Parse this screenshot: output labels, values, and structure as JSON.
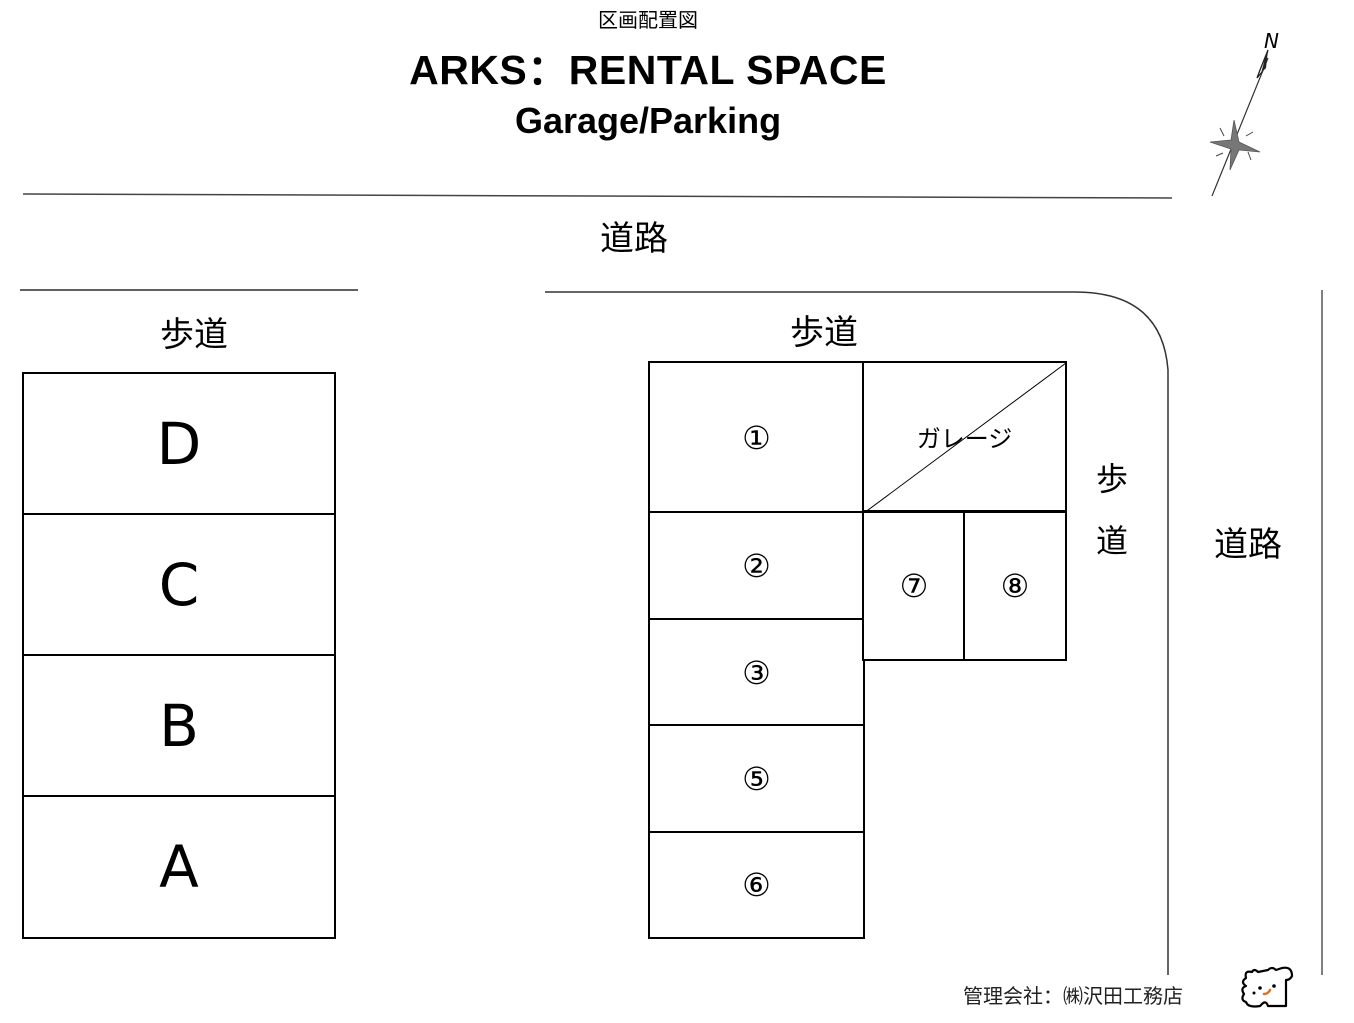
{
  "header": {
    "subtitle_jp": "区画配置図",
    "title": "ARKS：RENTAL SPACE",
    "subtitle": "Garage/Parking"
  },
  "compass": {
    "label": "N",
    "icon": "north-arrow-compass-icon"
  },
  "labels": {
    "road_top": "道路",
    "road_right": "道路",
    "sidewalk_left": "歩道",
    "sidewalk_middle": "歩道",
    "sidewalk_right_1": "歩",
    "sidewalk_right_2": "道"
  },
  "left_lot": {
    "spaces": [
      {
        "label": "D"
      },
      {
        "label": "C"
      },
      {
        "label": "B"
      },
      {
        "label": "A"
      }
    ]
  },
  "right_lot": {
    "garage": {
      "label": "ガレージ"
    },
    "spaces": [
      {
        "label": "①"
      },
      {
        "label": "②"
      },
      {
        "label": "③"
      },
      {
        "label": "⑤"
      },
      {
        "label": "⑥"
      },
      {
        "label": "⑦"
      },
      {
        "label": "⑧"
      }
    ]
  },
  "footer": {
    "management": "管理会社：㈱沢田工務店",
    "mascot_icon": "mascot-character-icon"
  },
  "colors": {
    "line": "#000000",
    "mascot_nose": "#d9731f",
    "road_line": "#555555"
  }
}
